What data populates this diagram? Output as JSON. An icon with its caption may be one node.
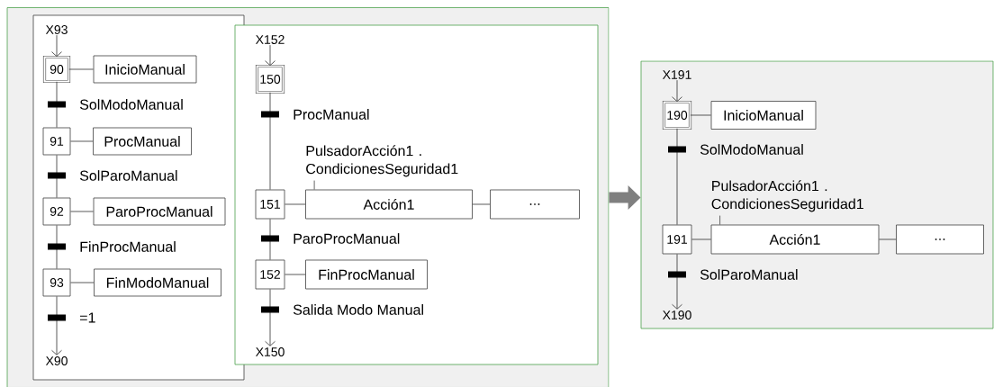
{
  "diagram": {
    "nodes": [
      {
        "text": [],
        "shape": "box"
      },
      {
        "text": [],
        "shape": "box",
        "in": 0
      },
      {
        "text": [
          "X93"
        ],
        "in": 1
      },
      {
        "text": [
          "90"
        ],
        "in": 1
      },
      {
        "text": [
          "InicioManual"
        ],
        "in": 1
      },
      {
        "text": [
          "91"
        ],
        "in": 1
      },
      {
        "text": [
          "ProcManual"
        ],
        "in": 1
      },
      {
        "text": [
          "92"
        ],
        "in": 1
      },
      {
        "text": [
          "ParoProcManual"
        ],
        "in": 1
      },
      {
        "text": [
          "93"
        ],
        "in": 1
      },
      {
        "text": [
          "FinModoManual"
        ],
        "in": 1
      },
      {
        "text": [
          "X90"
        ],
        "in": 1
      },
      {
        "text": [],
        "shape": "box",
        "in": 0
      },
      {
        "text": [
          "X152"
        ],
        "in": 12
      },
      {
        "text": [
          "150"
        ],
        "in": 12
      },
      {
        "text": [
          "151"
        ],
        "in": 12
      },
      {
        "text": [
          "Acción1"
        ],
        "beside": [
          "PulsadorAcción1 . CondicionesSeguridad1"
        ],
        "in": 12
      },
      {
        "text": [
          "..."
        ],
        "in": 12
      },
      {
        "text": [
          "152"
        ],
        "in": 12
      },
      {
        "text": [
          "FinProcManual"
        ],
        "in": 12
      },
      {
        "text": [
          "X150"
        ],
        "in": 12
      },
      {
        "text": [],
        "shape": "box"
      },
      {
        "text": [
          "X191"
        ],
        "in": 21
      },
      {
        "text": [
          "190"
        ],
        "in": 21
      },
      {
        "text": [
          "InicioManual"
        ],
        "in": 21
      },
      {
        "text": [
          "191"
        ],
        "in": 21
      },
      {
        "text": [
          "Acción1"
        ],
        "beside": [
          "PulsadorAcción1 . CondicionesSeguridad1"
        ],
        "in": 21
      },
      {
        "text": [
          "..."
        ],
        "in": 21
      },
      {
        "text": [
          "X190"
        ],
        "in": 21
      }
    ],
    "edges": [
      {
        "from": 2,
        "to": 3,
        "arrow": "to"
      },
      {
        "from": 3,
        "to": 4,
        "arrow": "none"
      },
      {
        "from": 3,
        "to": 5,
        "arrow": "none",
        "label": "SolModoManual"
      },
      {
        "from": 5,
        "to": 6,
        "arrow": "none"
      },
      {
        "from": 5,
        "to": 7,
        "arrow": "none",
        "label": "SolParoManual"
      },
      {
        "from": 7,
        "to": 8,
        "arrow": "none"
      },
      {
        "from": 7,
        "to": 9,
        "arrow": "none",
        "label": "FinProcManual"
      },
      {
        "from": 9,
        "to": 10,
        "arrow": "none"
      },
      {
        "from": 9,
        "to": 11,
        "arrow": "to",
        "label": "=1"
      },
      {
        "from": 13,
        "to": 14,
        "arrow": "to"
      },
      {
        "from": 14,
        "to": 15,
        "arrow": "none",
        "label": "ProcManual"
      },
      {
        "from": 15,
        "to": 16,
        "arrow": "none"
      },
      {
        "from": 16,
        "to": 17,
        "arrow": "none"
      },
      {
        "from": 15,
        "to": 18,
        "arrow": "none",
        "label": "ParoProcManual"
      },
      {
        "from": 18,
        "to": 19,
        "arrow": "none"
      },
      {
        "from": 18,
        "to": 20,
        "arrow": "to",
        "label": "Salida Modo Manual"
      },
      {
        "from": 22,
        "to": 23,
        "arrow": "to"
      },
      {
        "from": 23,
        "to": 24,
        "arrow": "none"
      },
      {
        "from": 23,
        "to": 25,
        "arrow": "none",
        "label": "SolModoManual"
      },
      {
        "from": 25,
        "to": 26,
        "arrow": "none"
      },
      {
        "from": 26,
        "to": 27,
        "arrow": "none"
      },
      {
        "from": 25,
        "to": 28,
        "arrow": "to",
        "label": "SolParoManual"
      },
      {
        "from": 0,
        "to": 21,
        "arrow": "to",
        "style": "thick",
        "color": "#7f7f7f"
      }
    ]
  }
}
